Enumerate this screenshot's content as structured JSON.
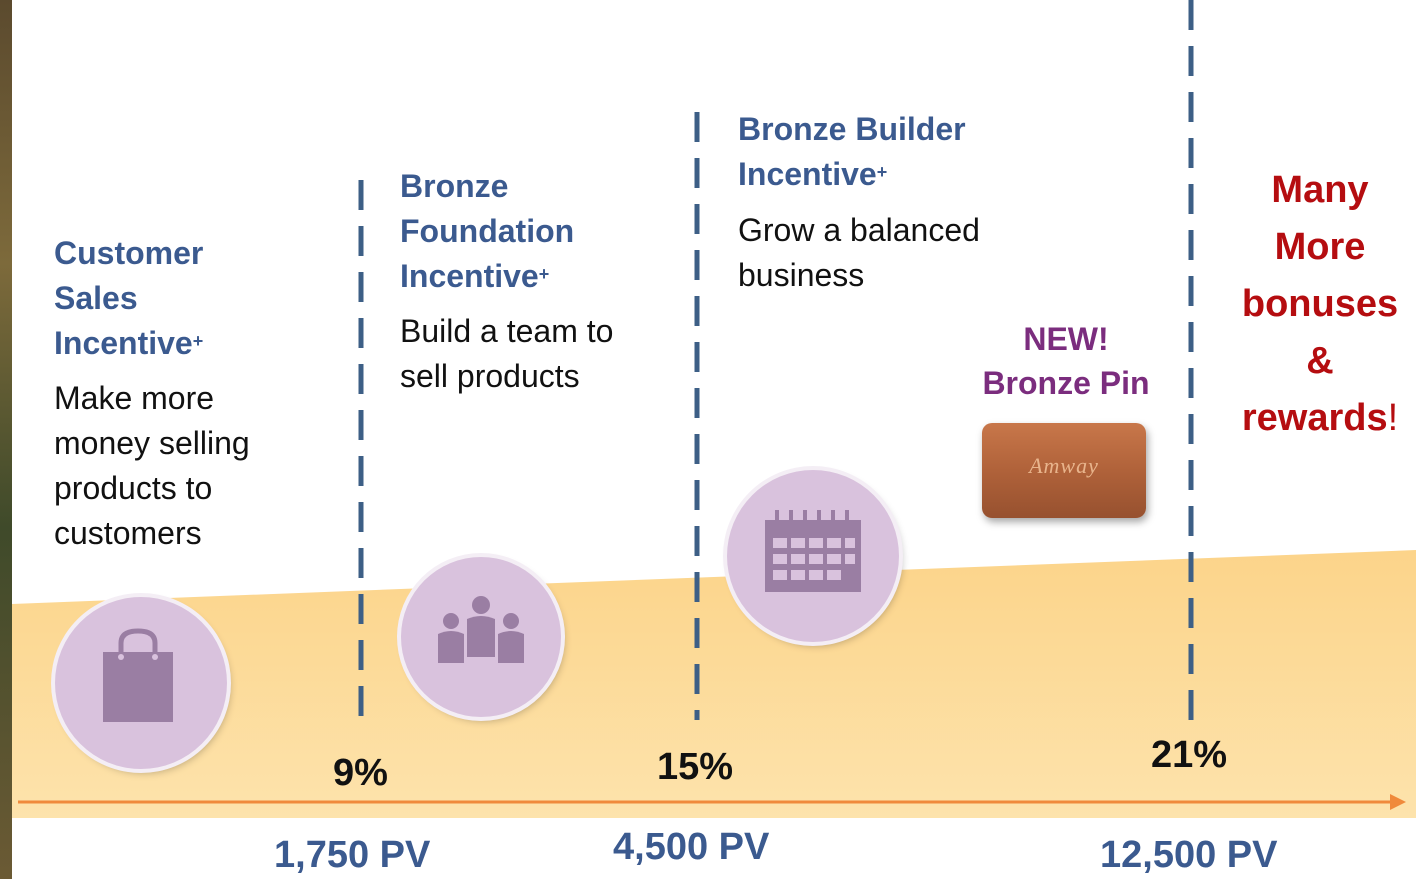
{
  "stages": [
    {
      "title": "Customer Sales Incentive",
      "sup": "+",
      "title_lines": [
        "Customer",
        "Sales",
        "Incentive"
      ],
      "desc_lines": [
        "Make more",
        "money selling",
        "products to",
        "customers"
      ]
    },
    {
      "title_lines": [
        "Bronze",
        "Foundation",
        "Incentive"
      ],
      "sup": "+",
      "desc_lines": [
        "Build a team to",
        "sell products"
      ]
    },
    {
      "title_lines": [
        "Bronze Builder",
        "Incentive"
      ],
      "sup": "+",
      "desc_lines": [
        "Grow a balanced",
        "business"
      ]
    }
  ],
  "percentages": [
    "9%",
    "15%",
    "21%"
  ],
  "pv_levels": [
    "1,750 PV",
    "4,500 PV",
    "12,500 PV"
  ],
  "pin": {
    "label_lines": [
      "NEW!",
      "Bronze Pin"
    ],
    "logo_text": "Amway"
  },
  "more_rewards": {
    "lines": [
      "Many",
      "More",
      "bonuses",
      "&",
      "rewards"
    ],
    "bang": "!"
  },
  "icons": [
    "shopping-bag-icon",
    "team-icon",
    "calendar-icon"
  ],
  "colors": {
    "title_blue": "#3b5a8f",
    "band_orange": "#fcd48a",
    "axis_orange": "#f08a3c",
    "pin_purple": "#7b2d7e",
    "reward_red": "#b50d10",
    "icon_purple": "#9a7ea3",
    "circle_lilac": "#d9c2dd"
  }
}
